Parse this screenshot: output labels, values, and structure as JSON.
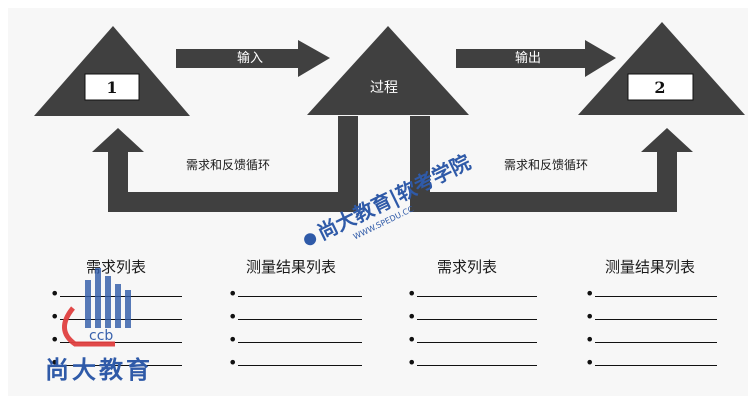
{
  "diagram": {
    "box1_label": "1",
    "box2_label": "2",
    "input_label": "输入",
    "output_label": "输出",
    "process_label": "过程",
    "loop_left_label": "需求和反馈循环",
    "loop_right_label": "需求和反馈循环"
  },
  "lists": [
    {
      "title": "需求列表"
    },
    {
      "title": "测量结果列表"
    },
    {
      "title": "需求列表"
    },
    {
      "title": "测量结果列表"
    }
  ],
  "watermark": {
    "center_text": "尚大教育|软考学院",
    "center_url": "WWW.SPEDU.CC",
    "logo_text": "尚大教育",
    "logo_mark": "ccb"
  },
  "colors": {
    "shape_fill": "#404040",
    "panel_bg": "#f7f7f7",
    "label_box_bg": "#ffffff",
    "watermark_blue": "#2f5aa8",
    "watermark_red": "#e04040"
  }
}
